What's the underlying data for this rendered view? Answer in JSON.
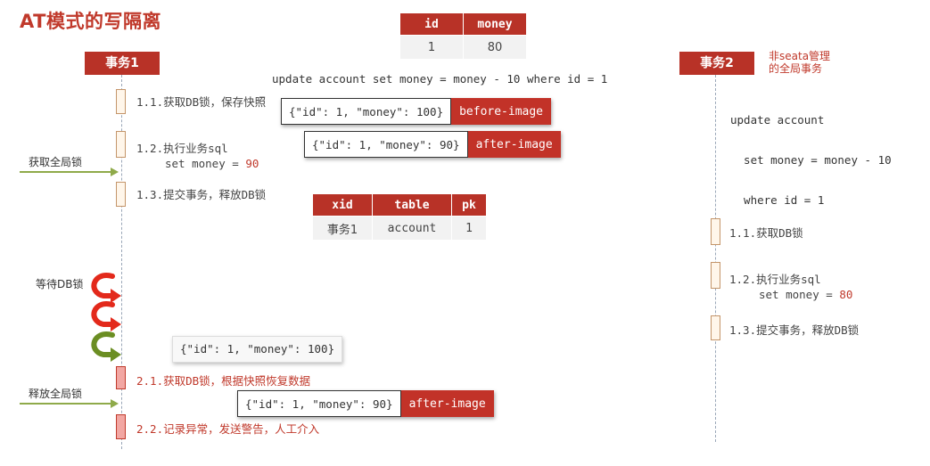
{
  "title": "AT模式的写隔离",
  "data_table": {
    "headers": [
      "id",
      "money"
    ],
    "rows": [
      [
        "1",
        "80"
      ]
    ]
  },
  "tx1": {
    "label": "事务1",
    "sql_header": "update account set money = money - 10 where id = 1",
    "step_1_1": "1.1.获取DB锁，保存快照",
    "step_1_2": "1.2.执行业务sql",
    "step_1_2_sql": "set money = ",
    "step_1_2_value": "90",
    "step_1_3": "1.3.提交事务，释放DB锁",
    "step_2_1": "2.1.获取DB锁，根据快照恢复数据",
    "step_2_2": "2.2.记录异常，发送警告，人工介入",
    "get_global_lock": "获取全局锁",
    "wait_db_lock": "等待DB锁",
    "release_global_lock": "释放全局锁",
    "before_image": {
      "json": "{\"id\": 1, \"money\": 100}",
      "tag": "before-image"
    },
    "after_image": {
      "json": "{\"id\": 1, \"money\": 90}",
      "tag": "after-image"
    },
    "snapshot": "{\"id\": 1, \"money\": 100}",
    "after_image_2": {
      "json": "{\"id\": 1, \"money\": 90}",
      "tag": "after-image"
    }
  },
  "lock_table": {
    "headers": [
      "xid",
      "table",
      "pk"
    ],
    "rows": [
      [
        "事务1",
        "account",
        "1"
      ]
    ]
  },
  "tx2": {
    "label": "事务2",
    "note_line1": "非seata管理",
    "note_line2": "的全局事务",
    "sql_line1": "update account",
    "sql_line2": "  set money = money - 10",
    "sql_line3": "  where id = 1",
    "step_1_1": "1.1.获取DB锁",
    "step_1_2": "1.2.执行业务sql",
    "step_1_2_sql": "set money = ",
    "step_1_2_value": "80",
    "step_1_3": "1.3.提交事务，释放DB锁"
  },
  "colors": {
    "accent": "#b83227",
    "arrow_green": "#8faa4a",
    "wait_red": "#e3291b",
    "wait_green": "#6b8e23"
  }
}
